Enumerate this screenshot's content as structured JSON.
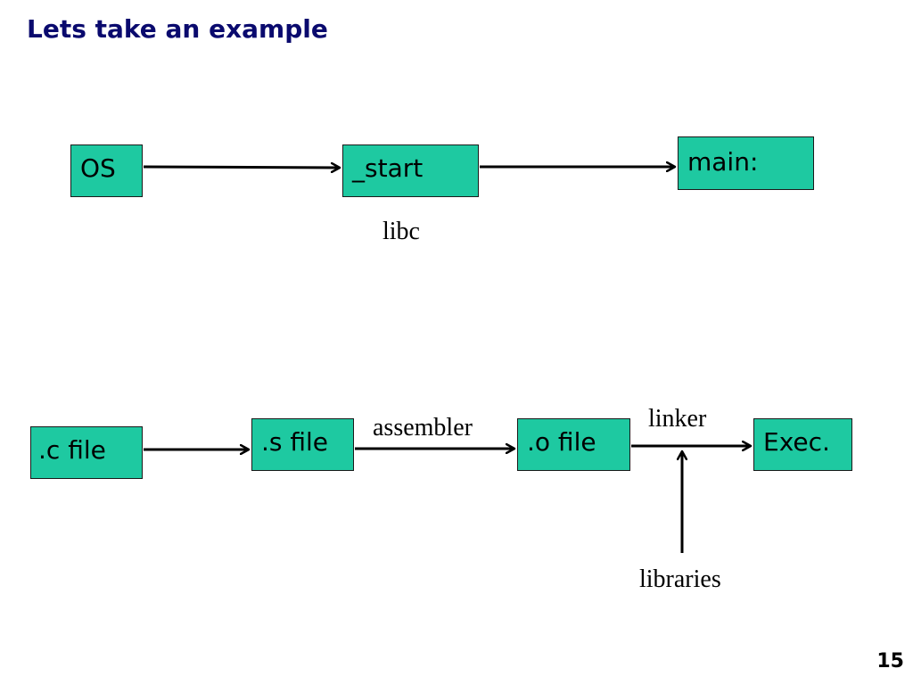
{
  "title": "Lets take an example",
  "page_number": "15",
  "colors": {
    "box_fill": "#1ec9a1",
    "title": "#0a0a6e",
    "stroke": "#000000"
  },
  "row1": {
    "os": "OS",
    "start": "_start",
    "main": "main:",
    "libc": "libc"
  },
  "row2": {
    "c_file": ".c file",
    "s_file": ".s file",
    "o_file": ".o file",
    "exec": "Exec.",
    "assembler": "assembler",
    "linker": "linker",
    "libraries": "libraries"
  },
  "edges": [
    {
      "from": "OS",
      "to": "_start"
    },
    {
      "from": "_start",
      "to": "main:"
    },
    {
      "from": ".c file",
      "to": ".s file"
    },
    {
      "from": ".s file",
      "to": ".o file",
      "label": "assembler"
    },
    {
      "from": ".o file",
      "to": "Exec.",
      "label": "linker"
    },
    {
      "from": "libraries",
      "to": ".o file → Exec."
    }
  ]
}
